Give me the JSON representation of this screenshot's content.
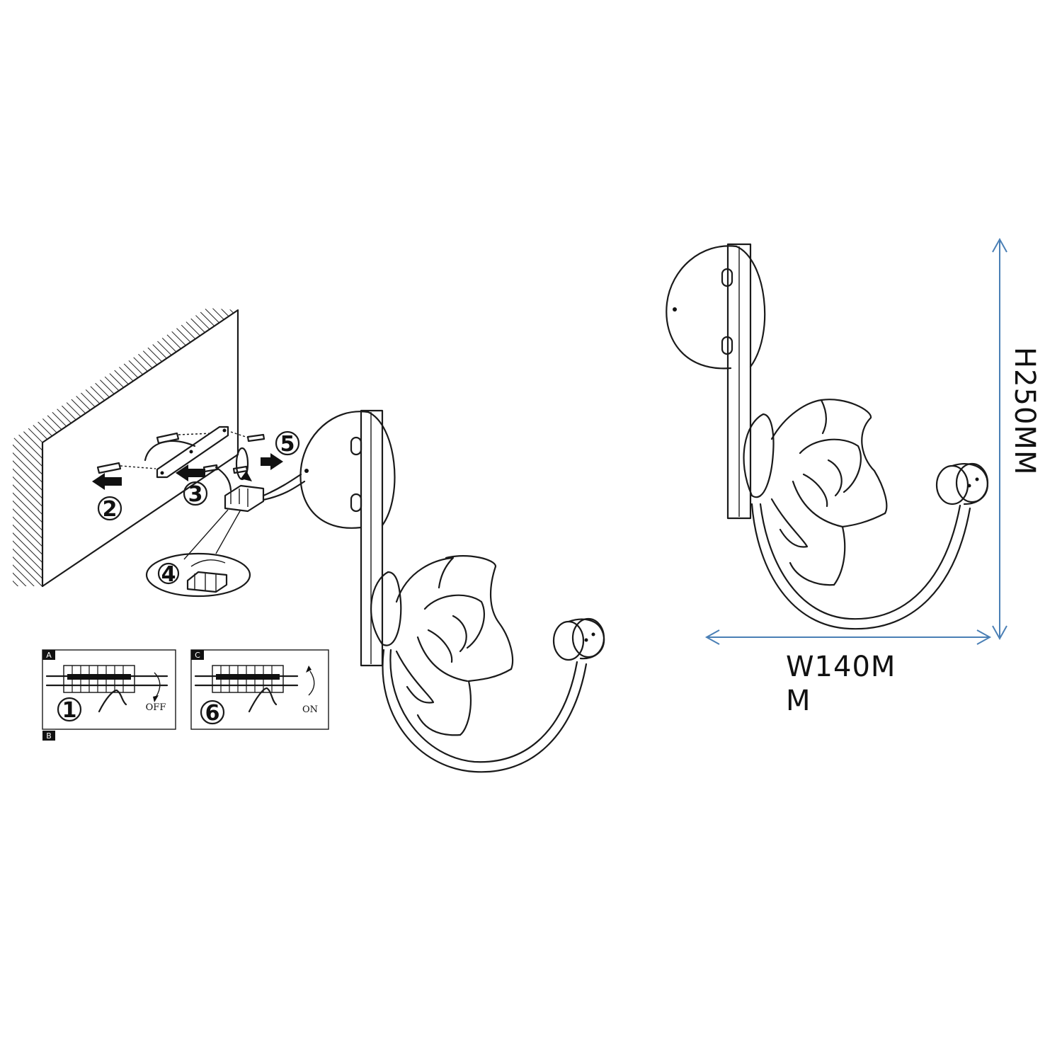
{
  "steps": {
    "s1": "1",
    "s2": "2",
    "s3": "3",
    "s4": "4",
    "s5": "5",
    "s6": "6"
  },
  "panels": {
    "tag_a": "A",
    "tag_b": "B",
    "tag_c": "C",
    "off": "OFF",
    "on": "ON"
  },
  "dimensions": {
    "width_line1": "W140M",
    "width_line2": "M",
    "height": "H250MM"
  },
  "colors": {
    "dimension_arrows": "#4a7fb5",
    "lines": "#1a1a1a"
  }
}
